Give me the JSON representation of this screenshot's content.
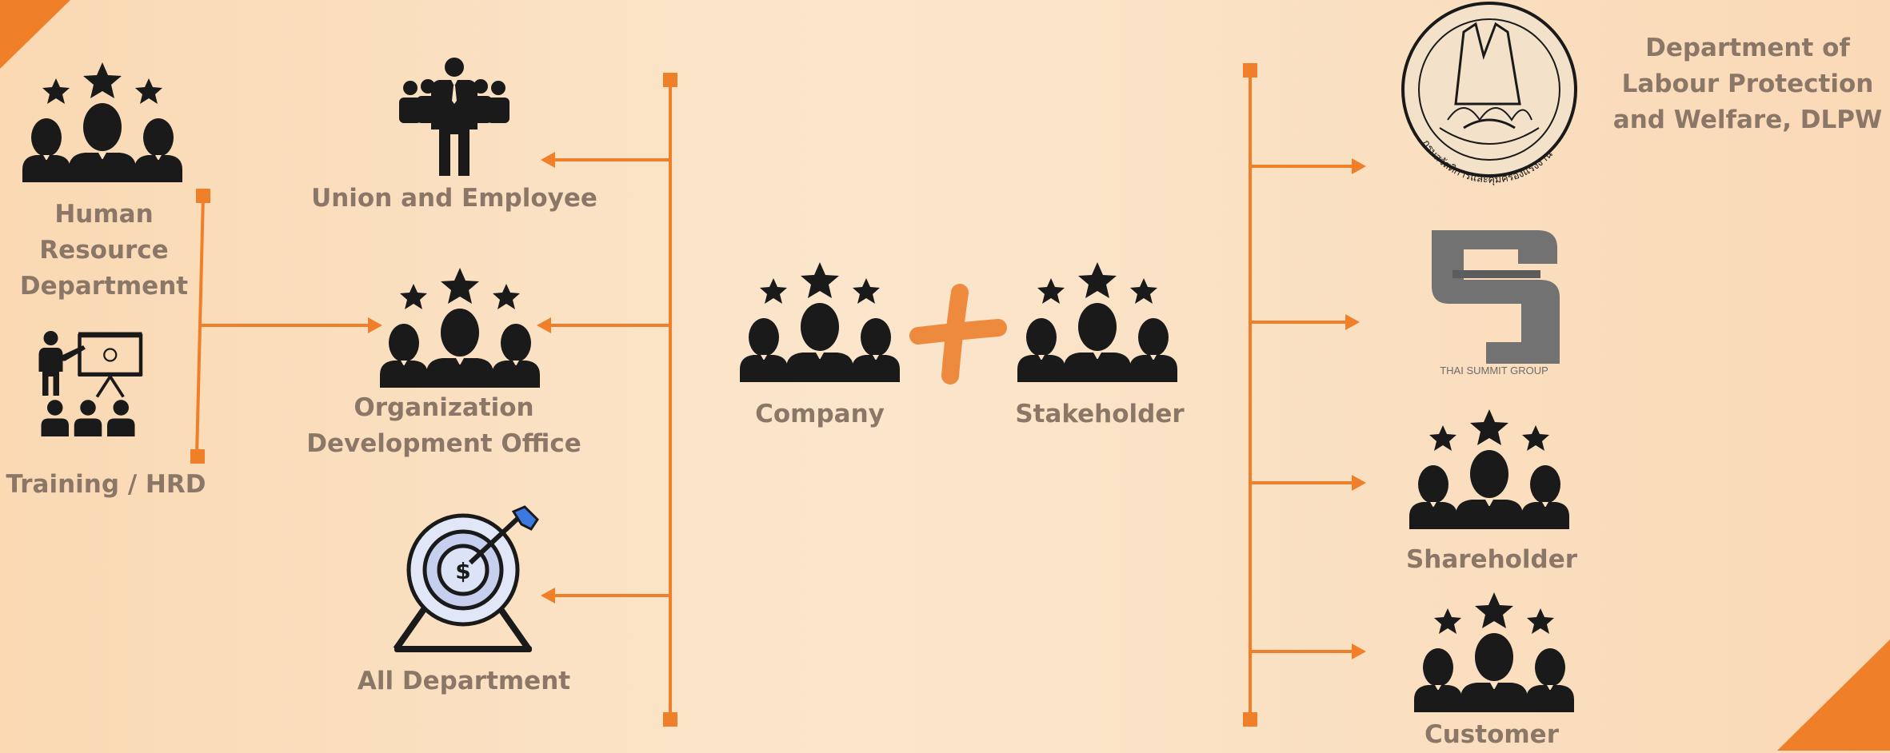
{
  "colors": {
    "background": "#fbe2c5",
    "accent": "#f07f2a",
    "icon": "#1a1a1a",
    "label": "#8a7767"
  },
  "left_group": {
    "hr_label": "Human Resource Department",
    "hr_lines": [
      "Human",
      "Resource",
      "Department"
    ],
    "training_label": "Training / HRD",
    "hr_icon": "group-star-icon",
    "training_icon": "presentation-training-icon"
  },
  "middle_group": {
    "union_label": "Union and Employee",
    "union_icon": "employee-group-icon",
    "od_lines": [
      "Organization",
      "Development Office"
    ],
    "od_icon": "group-star-icon",
    "all_dept_label": "All Department",
    "all_dept_icon": "target-dollar-icon"
  },
  "center": {
    "company_label": "Company",
    "stakeholder_label": "Stakeholder",
    "plus_icon": "plus-icon"
  },
  "right_group": {
    "dlpw_lines": [
      "Department of",
      "Labour Protection",
      "and Welfare, DLPW"
    ],
    "dlpw_seal_text": "กรมสวัสดิการและคุ้มครองแรงงาน",
    "thai_summit_text": "THAI SUMMIT GROUP",
    "shareholder_label": "Shareholder",
    "customer_label": "Customer"
  }
}
